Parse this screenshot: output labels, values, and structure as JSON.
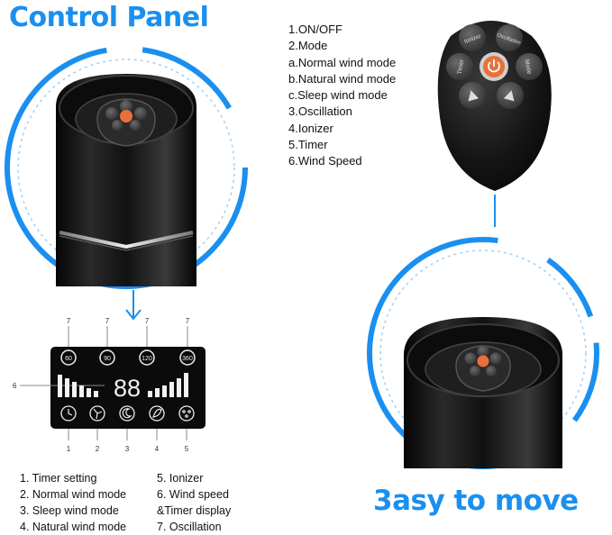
{
  "heading": "Control Panel",
  "remote_legend": [
    "1.ON/OFF",
    "2.Mode",
    "a.Normal wind mode",
    "b.Natural wind mode",
    "c.Sleep wind mode",
    "3.Oscillation",
    "4.Ionizer",
    "5.Timer",
    "6.Wind Speed"
  ],
  "remote_buttons": {
    "ionizer": "Ionizer",
    "oscillation": "Oscillation",
    "timer": "Timer",
    "mode": "Mode"
  },
  "display": {
    "timer_values": [
      "60",
      "90",
      "120",
      "360"
    ],
    "digits": "88",
    "top_callouts": [
      "7",
      "7",
      "7",
      "7"
    ],
    "side_callout": "6",
    "bottom_callouts": [
      "1",
      "2",
      "3",
      "4",
      "5"
    ]
  },
  "panel_legend_left": [
    "1. Timer setting",
    "2. Normal wind mode",
    "3. Sleep wind mode",
    "4. Natural wind mode"
  ],
  "panel_legend_right": [
    "5. Ionizer",
    "6. Wind speed",
    "&Timer display",
    "7. Oscillation"
  ],
  "slogan": "3asy to move",
  "colors": {
    "accent_blue": "#1a8ff0",
    "power_orange": "#e8703a",
    "body_black": "#111111"
  }
}
